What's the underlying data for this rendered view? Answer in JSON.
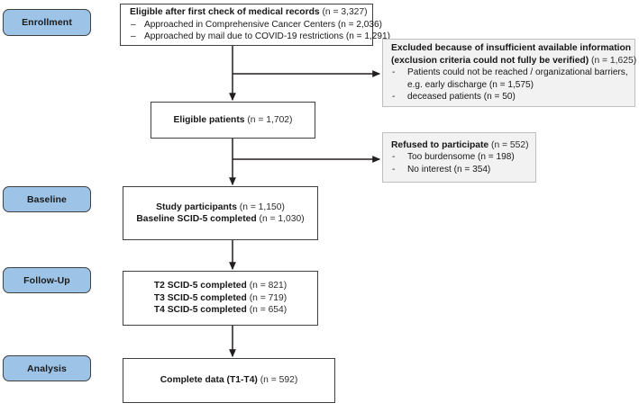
{
  "figure": {
    "type": "participant-flow-diagram",
    "stages": [
      {
        "label": "Enrollment"
      },
      {
        "label": "Baseline"
      },
      {
        "label": "Follow-Up"
      },
      {
        "label": "Analysis"
      }
    ],
    "nodes": {
      "eligible_records": {
        "title": "Eligible after first check of medical records",
        "count": "(n = 3,327)",
        "bullets": [
          {
            "dash": "–",
            "text": "Approached in Comprehensive Cancer Centers (n = 2,036)"
          },
          {
            "dash": "–",
            "text": "Approached by mail due to COVID-19 restrictions (n = 1,291)"
          }
        ]
      },
      "excluded": {
        "title_line1": "Excluded because of insufficient available information",
        "title_line2": "(exclusion criteria could not fully be verified)",
        "count": "(n = 1,625)",
        "bullets": [
          {
            "dash": "-",
            "text": "Patients could not be reached / organizational barriers, e.g. early discharge (n = 1,575)"
          },
          {
            "dash": "-",
            "text": "deceased patients (n = 50)"
          }
        ]
      },
      "eligible_patients": {
        "title": "Eligible patients",
        "count": "(n = 1,702)"
      },
      "refused": {
        "title": "Refused to participate",
        "count": "(n = 552)",
        "bullets": [
          {
            "dash": "-",
            "text": "Too burdensome (n = 198)"
          },
          {
            "dash": "-",
            "text": "No interest (n = 354)"
          }
        ]
      },
      "baseline": {
        "lines": [
          {
            "title": "Study participants",
            "count": "(n = 1,150)"
          },
          {
            "title": "Baseline SCID-5 completed",
            "count": "(n = 1,030)"
          }
        ]
      },
      "followup": {
        "lines": [
          {
            "title": "T2 SCID-5 completed",
            "count": "(n = 821)"
          },
          {
            "title": "T3 SCID-5 completed",
            "count": "(n = 719)"
          },
          {
            "title": "T4 SCID-5 completed",
            "count": "(n = 654)"
          }
        ]
      },
      "analysis": {
        "title": "Complete data (T1-T4)",
        "count": "(n = 592)"
      }
    },
    "colors": {
      "stage_fill": "#9dc3e6",
      "stage_border": "#404040",
      "node_border": "#3f3f3f",
      "gray_fill": "#f2f2f2",
      "gray_border": "#bfbfbf",
      "connector": "#231f20"
    }
  }
}
